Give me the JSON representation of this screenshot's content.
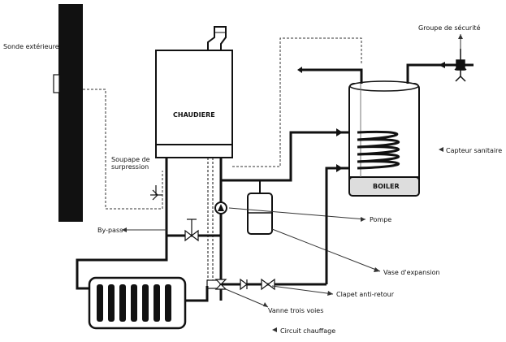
{
  "diagram": {
    "labels": {
      "sonde": "Sonde extérieure",
      "chaudiere": "CHAUDIERE",
      "soupape_line1": "Soupape de",
      "soupape_line2": "surpression",
      "bypass": "By-pass",
      "pompe": "Pompe",
      "vase": "Vase d'expansion",
      "clapet": "Clapet anti-retour",
      "vanne": "Vanne trois voies",
      "circuit": "Circuit chauffage",
      "groupe": "Groupe de sécurité",
      "capteur": "Capteur sanitaire",
      "boiler": "BOILER"
    }
  }
}
